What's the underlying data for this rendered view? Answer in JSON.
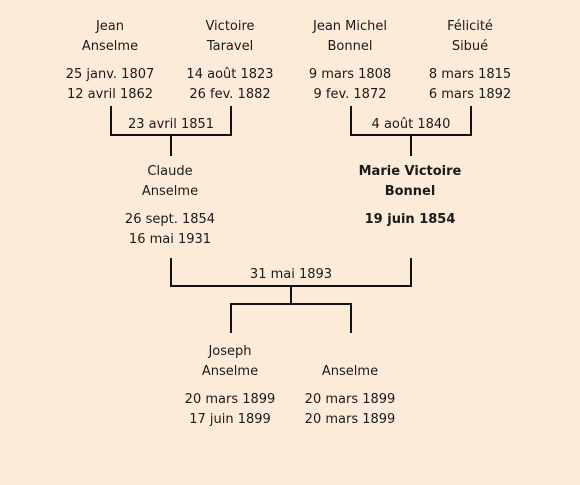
{
  "persons": {
    "jean_anselme": {
      "name1": "Jean",
      "name2": "Anselme",
      "birth": "25 janv. 1807",
      "death": "12 avril 1862"
    },
    "victoire_taravel": {
      "name1": "Victoire",
      "name2": "Taravel",
      "birth": "14 août 1823",
      "death": "26 fev. 1882"
    },
    "jean_michel_bonnel": {
      "name1": "Jean Michel",
      "name2": "Bonnel",
      "birth": "9 mars 1808",
      "death": "9 fev. 1872"
    },
    "felicite_sibue": {
      "name1": "Félicité",
      "name2": "Sibué",
      "birth": "8 mars 1815",
      "death": "6 mars 1892"
    },
    "claude_anselme": {
      "name1": "Claude",
      "name2": "Anselme",
      "birth": "26 sept. 1854",
      "death": "16 mai 1931"
    },
    "marie_victoire_bonnel": {
      "name1": "Marie Victoire",
      "name2": "Bonnel",
      "birth": "19 juin 1854",
      "death": ""
    },
    "joseph_anselme": {
      "name1": "Joseph",
      "name2": "Anselme",
      "birth": "20 mars 1899",
      "death": "17 juin 1899"
    },
    "anselme": {
      "name1": "",
      "name2": "Anselme",
      "birth": "20 mars 1899",
      "death": "20 mars 1899"
    }
  },
  "marriages": {
    "anselme_taravel": "23 avril 1851",
    "bonnel_sibue": "4 août 1840",
    "claude_marie": "31 mai 1893"
  }
}
